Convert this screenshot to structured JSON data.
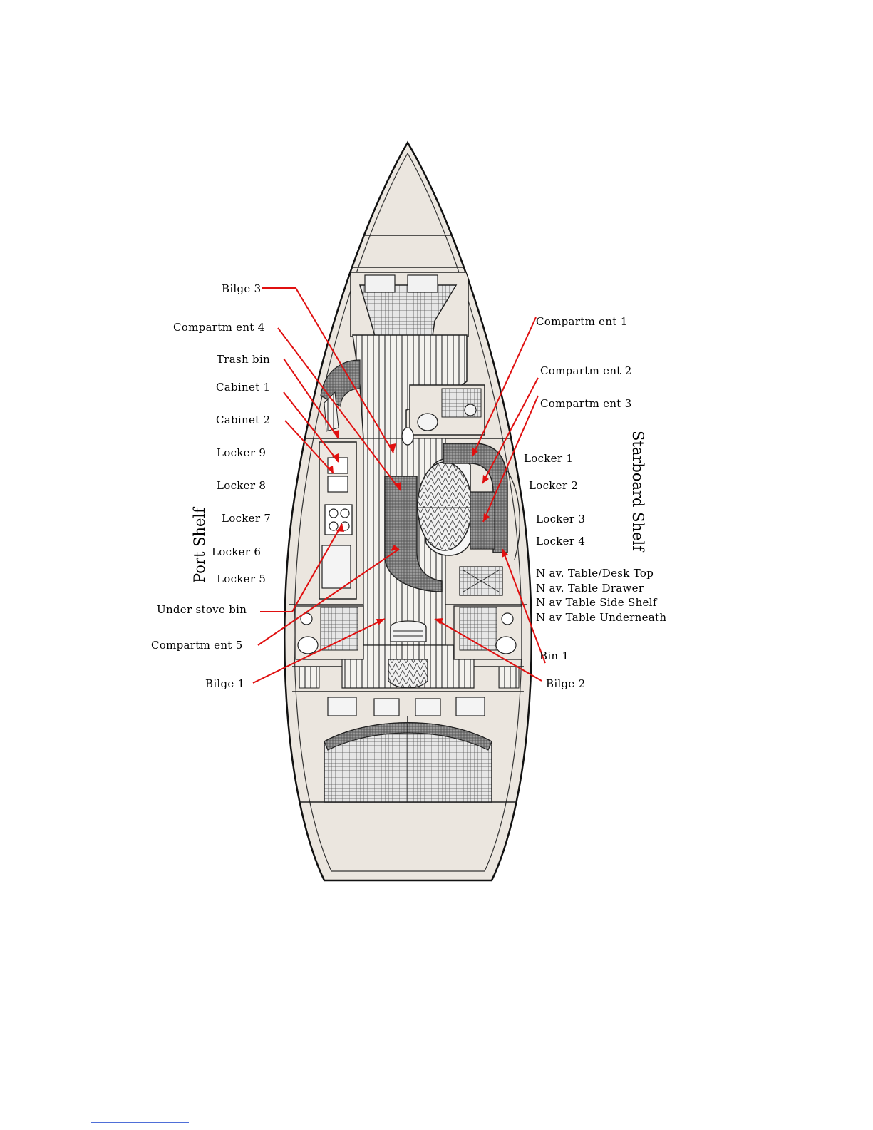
{
  "colors": {
    "hull_fill": "#ebe6df",
    "outline": "#111111",
    "callout": "#e01010",
    "cushion": "#6f6f6f"
  },
  "labels": {
    "bilge3": "Bilge 3",
    "compartment4": "Compartm ent 4",
    "trash_bin": "Trash bin",
    "cabinet1": "Cabinet 1",
    "cabinet2": "Cabinet 2",
    "locker9": "Locker 9",
    "locker8": "Locker 8",
    "locker7": "Locker 7",
    "locker6": "Locker 6",
    "locker5": "Locker 5",
    "under_stove_bin": "Under stove bin",
    "compartment5": "Compartm ent 5",
    "bilge1": "Bilge 1",
    "compartment1": "Compartm ent 1",
    "compartment2": "Compartm ent 2",
    "compartment3": "Compartm ent 3",
    "locker1": "Locker 1",
    "locker2": "Locker 2",
    "locker3": "Locker 3",
    "locker4": "Locker 4",
    "nav_desk_top": "N av. Table/Desk Top",
    "nav_drawer": "N av. Table Drawer",
    "nav_side_shelf": "N av Table Side Shelf",
    "nav_underneath": "N av Table Underneath",
    "bin1": "Bin 1",
    "bilge2": "Bilge 2"
  },
  "shelves": {
    "port": "Port Shelf",
    "starboard": "Starboard Shelf"
  }
}
